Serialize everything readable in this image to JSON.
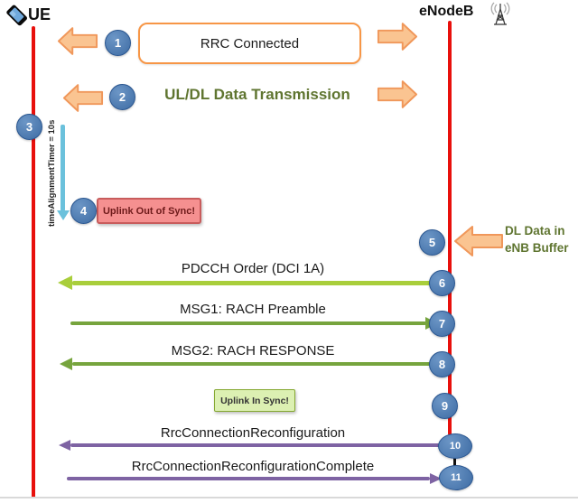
{
  "actors": {
    "ue": "UE",
    "enodeb": "eNodeB"
  },
  "steps": [
    "1",
    "2",
    "3",
    "4",
    "5",
    "6",
    "7",
    "8",
    "9",
    "10",
    "11"
  ],
  "states": {
    "rrc_connected": "RRC Connected",
    "uldl_transmission": "UL/DL Data Transmission",
    "timer": "timeAlignmentTimer = 10s",
    "uplink_out_of_sync": "Uplink Out of Sync!",
    "dl_data_buffer": "DL Data in\neNB Buffer",
    "uplink_in_sync": "Uplink In Sync!"
  },
  "messages": {
    "pdcch": "PDCCH Order (DCI 1A)",
    "msg1": "MSG1: RACH Preamble",
    "msg2": "MSG2: RACH RESPONSE",
    "rrc_reconfig": "RrcConnectionReconfiguration",
    "rrc_reconfig_complete": "RrcConnectionReconfigurationComplete"
  },
  "colors": {
    "lifeline_red": "#E8100C",
    "step_badge_blue": "#4679B2",
    "orange_arrow_fill": "#FAC491",
    "orange_arrow_border": "#F0975A",
    "pdcch_arrow_green": "#A9CE3B",
    "rach_arrow_green": "#76A43D",
    "rrc_arrow_purple": "#7E63A3",
    "timer_arrow_cyan": "#6BC1DC",
    "out_of_sync_fill": "#F59090",
    "out_of_sync_border": "#C85C5C",
    "in_sync_fill": "#DCF0B2",
    "in_sync_border": "#85A832",
    "olive_text": "#5F7530"
  }
}
